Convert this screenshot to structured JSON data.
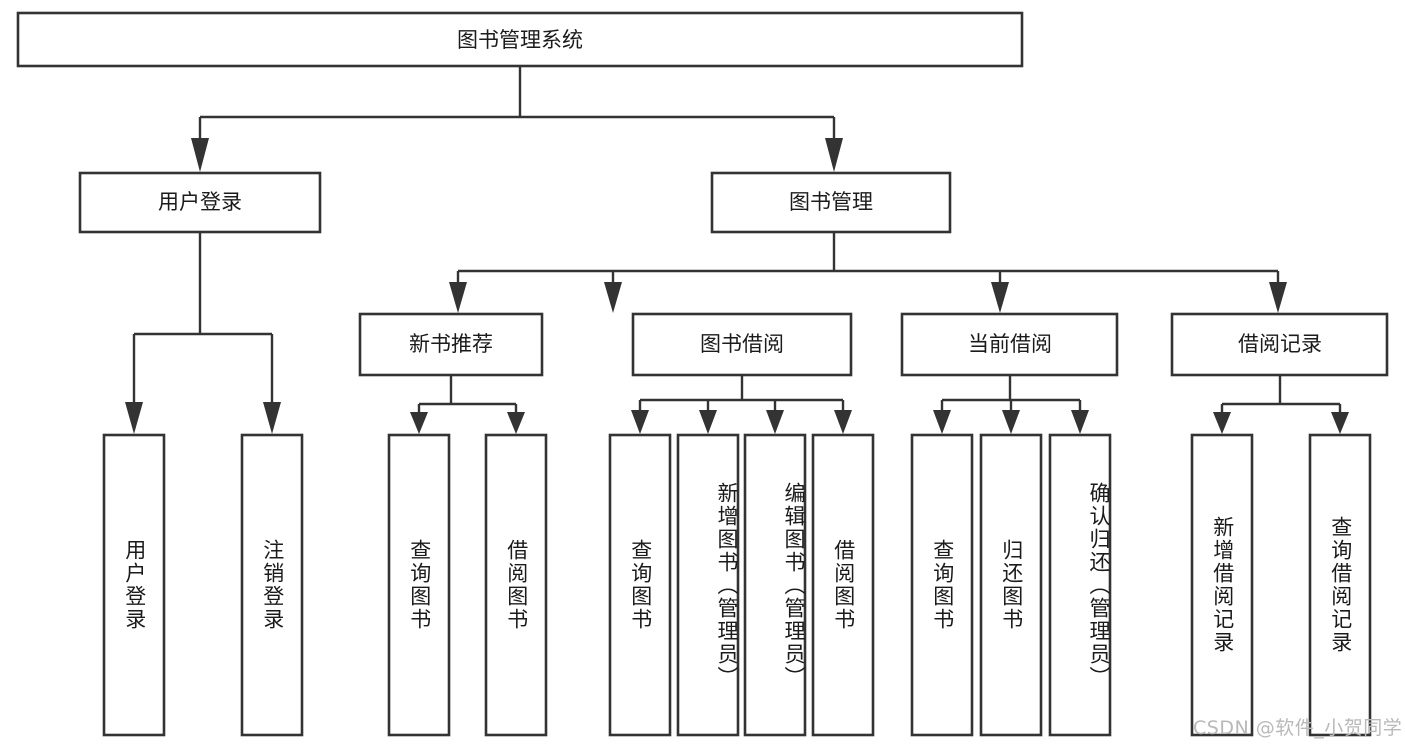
{
  "diagram": {
    "type": "tree",
    "title": "图书管理系统",
    "orientation": "top-down",
    "colors": {
      "box_stroke": "#333333",
      "box_fill": "#ffffff",
      "line": "#333333",
      "text": "#1b1b1b",
      "watermark": "#b9b9b9",
      "background": "#ffffff"
    },
    "root": {
      "label": "图书管理系统",
      "level": 0
    },
    "level1": [
      {
        "label": "用户登录"
      },
      {
        "label": "图书管理"
      }
    ],
    "level2": [
      {
        "label": "新书推荐",
        "parent": "图书管理"
      },
      {
        "label": "图书借阅",
        "parent": "图书管理"
      },
      {
        "label": "当前借阅",
        "parent": "图书管理"
      },
      {
        "label": "借阅记录",
        "parent": "图书管理"
      }
    ],
    "leaves": [
      {
        "label": "用户登录",
        "parent": "用户登录"
      },
      {
        "label": "注销登录",
        "parent": "用户登录"
      },
      {
        "label": "查询图书",
        "parent": "新书推荐"
      },
      {
        "label": "借阅图书",
        "parent": "新书推荐"
      },
      {
        "label": "查询图书",
        "parent": "图书借阅"
      },
      {
        "label": "新增图书（管理员）",
        "parent": "图书借阅"
      },
      {
        "label": "编辑图书（管理员）",
        "parent": "图书借阅"
      },
      {
        "label": "借阅图书",
        "parent": "图书借阅"
      },
      {
        "label": "查询图书",
        "parent": "当前借阅"
      },
      {
        "label": "归还图书",
        "parent": "当前借阅"
      },
      {
        "label": "确认归还（管理员）",
        "parent": "当前借阅"
      },
      {
        "label": "新增借阅记录",
        "parent": "借阅记录"
      },
      {
        "label": "查询借阅记录",
        "parent": "借阅记录"
      }
    ]
  },
  "watermark": {
    "text": "CSDN @软件_小贺同学"
  }
}
